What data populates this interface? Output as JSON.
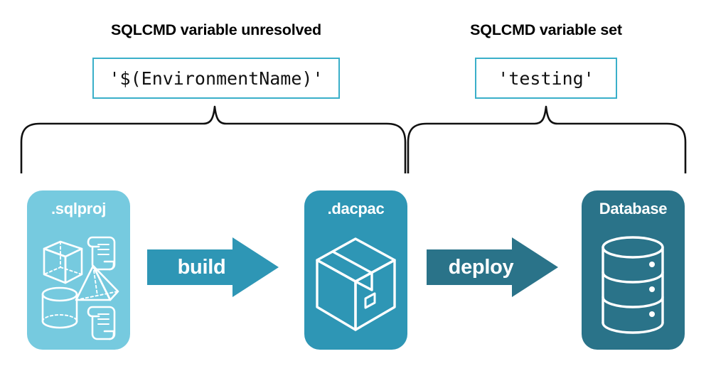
{
  "diagram": {
    "title_left": "SQLCMD variable unresolved",
    "title_right": "SQLCMD variable set",
    "code_left": "'$(EnvironmentName)'",
    "code_right": "'testing'",
    "stages": [
      {
        "label": ".sqlproj",
        "color": "#76cadf",
        "art": "project-shapes-icon"
      },
      {
        "label": ".dacpac",
        "color": "#2e96b5",
        "art": "package-box-icon"
      },
      {
        "label": "Database",
        "color": "#2a7389",
        "art": "database-cylinder-icon"
      }
    ],
    "arrows": [
      {
        "label": "build",
        "color": "#2e96b5"
      },
      {
        "label": "deploy",
        "color": "#2a7389"
      }
    ],
    "colors": {
      "box_border": "#3aafc9",
      "brace": "#111111",
      "text": "#000000",
      "light_teal": "#76cadf",
      "mid_teal": "#2e96b5",
      "dark_teal": "#2a7389",
      "background": "#ffffff"
    }
  }
}
